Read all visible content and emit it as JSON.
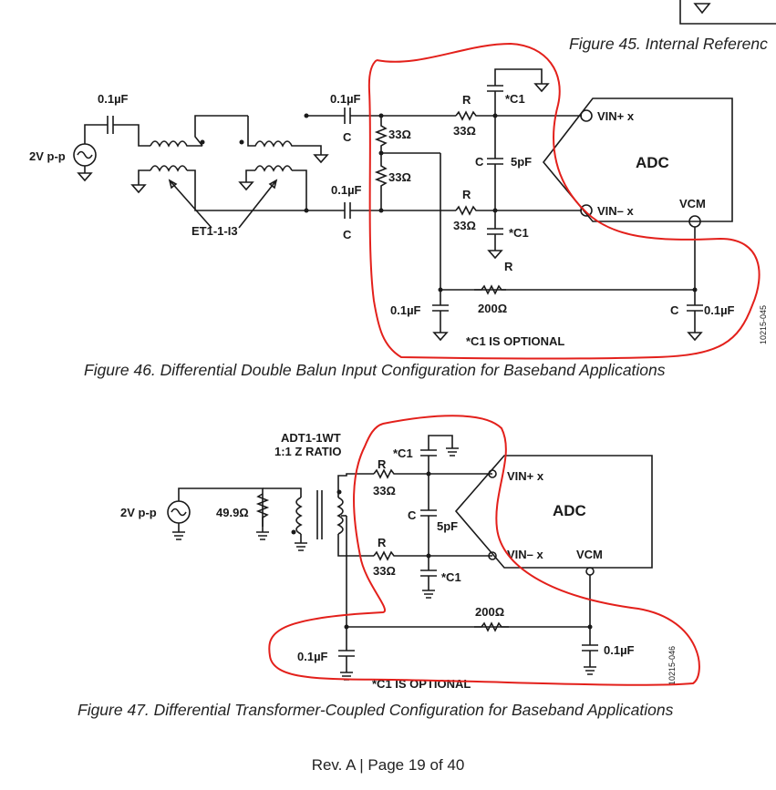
{
  "captions": {
    "fig45": "Figure 45. Internal Referenc",
    "fig46": "Figure 46. Differential Double Balun Input Configuration for Baseband Applications",
    "fig47": "Figure 47. Differential Transformer-Coupled Configuration for Baseband Applications"
  },
  "footer": "Rev. A | Page 19 of 40",
  "fig46": {
    "source": "2V p-p",
    "cap_in": "0.1µF",
    "cap_top": "0.1µF",
    "cap_bot": "0.1µF",
    "c_top": "C",
    "c_bot": "C",
    "r_top": "R",
    "r_bot": "R",
    "res_top": "33Ω",
    "res_bot": "33Ω",
    "shunt_top": "33Ω",
    "shunt_bot": "33Ω",
    "c_mid": "C",
    "cap_mid": "5pF",
    "c1_top": "*C1",
    "c1_bot": "*C1",
    "gnd_r": "R",
    "balun": "ET1-1-I3",
    "vin_plus": "VIN+ x",
    "vin_minus": "VIN– x",
    "adc": "ADC",
    "vcm": "VCM",
    "res_vcm": "200Ω",
    "cap_left": "0.1µF",
    "c_right": "C",
    "cap_right": "0.1µF",
    "note": "*C1 IS OPTIONAL",
    "code": "10215-045"
  },
  "fig47": {
    "xfmr": "ADT1-1WT",
    "ratio": "1:1 Z RATIO",
    "source": "2V p-p",
    "res_src": "49.9Ω",
    "c1_top": "*C1",
    "r_top": "R",
    "res_top": "33Ω",
    "c_mid": "C",
    "cap_mid": "5pF",
    "r_bot": "R",
    "res_bot": "33Ω",
    "c1_bot": "*C1",
    "vin_plus": "VIN+ x",
    "vin_minus": "VIN– x",
    "adc": "ADC",
    "vcm": "VCM",
    "res_vcm": "200Ω",
    "cap_left": "0.1µF",
    "cap_right": "0.1µF",
    "note": "*C1 IS OPTIONAL",
    "code": "10215-046"
  }
}
